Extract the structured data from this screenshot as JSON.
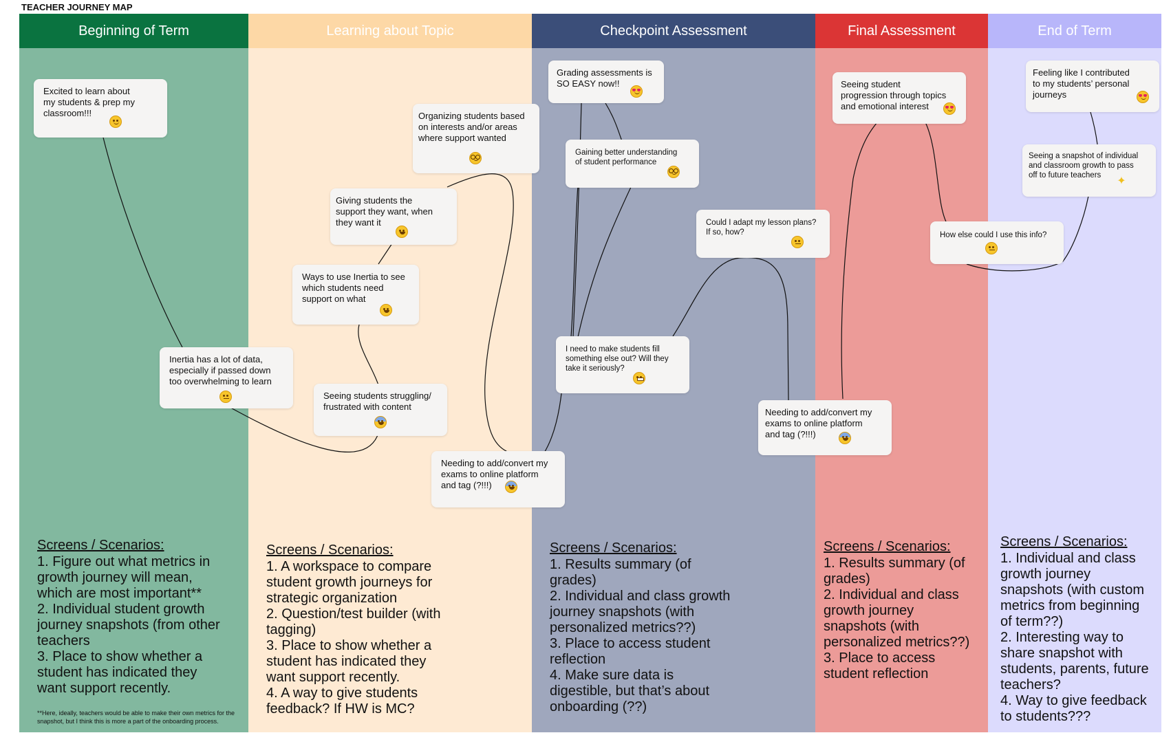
{
  "title": "TEACHER JOURNEY MAP",
  "columns": [
    {
      "header": "Beginning of Term",
      "header_color": "#0a7340",
      "body_color": "#82b89f",
      "scenarios_title": "Screens / Scenarios:",
      "scenarios": [
        "1. Figure out what metrics in",
        "growth journey will mean,",
        "which are most important**",
        "2. Individual student growth",
        "journey snapshots (from other",
        "teachers",
        "3. Place to show whether a",
        "student has indicated they",
        "want support recently."
      ],
      "footnote": "**Here, ideally, teachers would be able to make their own metrics for the snapshot, but I think this is more a part of the onboarding process."
    },
    {
      "header": "Learning about Topic",
      "header_color": "#fdd8a6",
      "body_color": "#feead3",
      "scenarios_title": "Screens / Scenarios:",
      "scenarios": [
        "1. A workspace to compare",
        "student growth journeys for",
        "strategic organization",
        "2. Question/test builder (with",
        "tagging)",
        "3. Place to show whether a",
        "student has indicated they",
        "want support recently.",
        "4. A way to give students",
        "feedback? If HW is MC?"
      ]
    },
    {
      "header": "Checkpoint Assessment",
      "header_color": "#3b4e79",
      "body_color": "#9fa7bd",
      "scenarios_title": "Screens / Scenarios:",
      "scenarios": [
        "1. Results summary (of",
        "grades)",
        "2. Individual and class growth",
        "journey snapshots (with",
        "personalized metrics??)",
        "3. Place to access student",
        "reflection",
        "4. Make sure data is",
        "digestible, but that’s about",
        "onboarding (??)"
      ]
    },
    {
      "header": "Final Assessment",
      "header_color": "#db3535",
      "body_color": "#ec9b98",
      "scenarios_title": "Screens / Scenarios:",
      "scenarios": [
        "1. Results summary (of",
        "grades)",
        "2. Individual and class",
        "growth journey",
        "snapshots (with",
        "personalized metrics??)",
        "3. Place to access",
        "student reflection"
      ]
    },
    {
      "header": "End of Term",
      "header_color": "#b8b6fa",
      "body_color": "#dcdbfd",
      "scenarios_title": "Screens / Scenarios:",
      "scenarios": [
        "1. Individual and class",
        "growth journey",
        "snapshots (with custom",
        "metrics from beginning",
        "of term??)",
        "2. Interesting way to",
        "share snapshot with",
        "students, parents, future",
        "teachers?",
        "4. Way to give feedback",
        "to students???"
      ]
    }
  ],
  "cards": {
    "c1": {
      "lines": [
        "Excited to learn about",
        "my students & prep my",
        "classroom!!!"
      ],
      "emoji": "smiling-face-icon"
    },
    "c2": {
      "lines": [
        "Inertia has a lot of data,",
        "especially if passed down",
        "too overwhelming to learn"
      ],
      "emoji": "confused-face-icon"
    },
    "c3": {
      "lines": [
        "Organizing students based",
        "on interests and/or areas",
        "where support wanted"
      ],
      "emoji": "nerd-face-icon"
    },
    "c4": {
      "lines": [
        "Giving students the",
        "support they want, when",
        "they want it"
      ],
      "emoji": "hugging-face-icon"
    },
    "c5": {
      "lines": [
        "Ways to use Inertia to see",
        "which students need",
        "support on what"
      ],
      "emoji": "hugging-face-icon"
    },
    "c6": {
      "lines": [
        "Seeing students struggling/",
        "frustrated with content"
      ],
      "emoji": "fearful-face-icon"
    },
    "c7": {
      "lines": [
        "Needing to add/convert my",
        "exams to online platform",
        "and tag (?!!!)"
      ],
      "emoji": "fearful-face-icon"
    },
    "c8": {
      "lines": [
        "Grading assessments is",
        "SO EASY now!!"
      ],
      "emoji": "heart-eyes-icon"
    },
    "c9": {
      "lines": [
        "Gaining better understanding",
        "of student performance"
      ],
      "emoji": "nerd-face-icon"
    },
    "c10": {
      "lines": [
        "Could I adapt my lesson plans?",
        "If so, how?"
      ],
      "emoji": "thinking-face-icon"
    },
    "c11": {
      "lines": [
        "I need to make students fill",
        "something else out? Will they",
        "take it seriously?"
      ],
      "emoji": "grimacing-face-icon"
    },
    "c12": {
      "lines": [
        "Needing to add/convert my",
        "exams to online platform",
        "and tag (?!!!)"
      ],
      "emoji": "fearful-face-icon"
    },
    "c13": {
      "lines": [
        "Seeing student",
        "progression through topics",
        "and emotional interest"
      ],
      "emoji": "heart-eyes-icon"
    },
    "c14": {
      "lines": [
        "Feeling like I contributed",
        "to my students’ personal",
        "journeys"
      ],
      "emoji": "heart-eyes-icon"
    },
    "c15": {
      "lines": [
        "Seeing a snapshot of individual",
        "and classroom growth to pass",
        "off to future teachers"
      ],
      "emoji": "sparkles-icon"
    },
    "c16": {
      "lines": [
        "How else could I use this info?"
      ],
      "emoji": "thinking-face-icon"
    }
  }
}
